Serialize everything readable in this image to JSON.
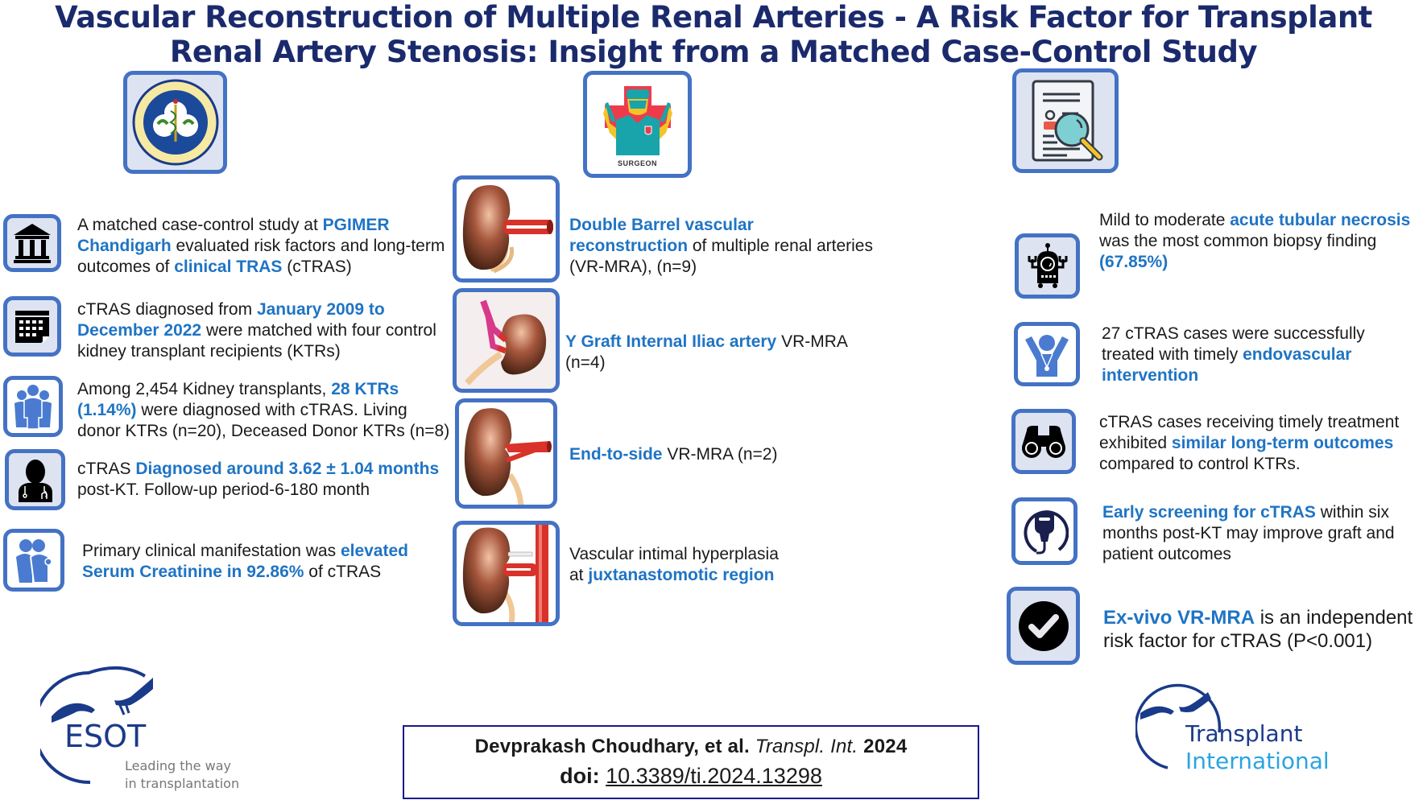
{
  "title": {
    "line1": "Vascular Reconstruction of Multiple Renal Arteries - A Risk Factor for Transplant",
    "line2": "Renal Artery Stenosis: Insight from a Matched Case-Control Study"
  },
  "top_icons": {
    "institute_logo": "institute-seal",
    "surgeon_label": "SURGEON",
    "document_icon": "document-search"
  },
  "left_items": [
    {
      "icon": "building-icon",
      "parts": [
        {
          "t": "A matched case-control study at ",
          "h": false
        },
        {
          "t": "PGIMER Chandigarh",
          "h": true
        },
        {
          "t": " evaluated risk factors and long-term outcomes of ",
          "h": false
        },
        {
          "t": "clinical TRAS",
          "h": true
        },
        {
          "t": " (cTRAS)",
          "h": false
        }
      ]
    },
    {
      "icon": "calendar-icon",
      "parts": [
        {
          "t": "cTRAS diagnosed from ",
          "h": false
        },
        {
          "t": "January 2009 to December 2022",
          "h": true
        },
        {
          "t": " were matched with four control kidney transplant recipients (KTRs)",
          "h": false
        }
      ]
    },
    {
      "icon": "group-icon",
      "parts": [
        {
          "t": "Among 2,454 Kidney transplants, ",
          "h": false
        },
        {
          "t": "28 KTRs (1.14%)",
          "h": true
        },
        {
          "t": " were diagnosed with cTRAS. Living donor KTRs (n=20), Deceased Donor KTRs (n=8)",
          "h": false
        }
      ]
    },
    {
      "icon": "doctor-icon",
      "parts": [
        {
          "t": "cTRAS ",
          "h": false
        },
        {
          "t": "Diagnosed around 3.62 ± 1.04 months",
          "h": true
        },
        {
          "t": " post-KT. Follow-up period-6-180 month",
          "h": false
        }
      ]
    },
    {
      "icon": "patients-icon",
      "parts": [
        {
          "t": "Primary clinical manifestation was ",
          "h": false
        },
        {
          "t": "elevated Serum Creatinine in 92.86%",
          "h": true
        },
        {
          "t": " of cTRAS",
          "h": false
        }
      ]
    }
  ],
  "middle_items": [
    {
      "icon": "kidney-double-barrel-illustration",
      "parts": [
        {
          "t": "Double Barrel vascular reconstruction",
          "h": true
        },
        {
          "t": " of multiple renal arteries (VR-MRA), (n=9)",
          "h": false
        }
      ]
    },
    {
      "icon": "kidney-y-graft-illustration",
      "parts": [
        {
          "t": "Y Graft Internal Iliac artery",
          "h": true
        },
        {
          "t": " VR-MRA (n=4)",
          "h": false
        }
      ]
    },
    {
      "icon": "kidney-end-to-side-illustration",
      "parts": [
        {
          "t": "End-to-side",
          "h": true
        },
        {
          "t": " VR-MRA (n=2)",
          "h": false
        }
      ]
    },
    {
      "icon": "kidney-hyperplasia-illustration",
      "parts": [
        {
          "t": "Vascular intimal hyperplasia at  ",
          "h": false
        },
        {
          "t": "juxtanastomotic region",
          "h": true
        }
      ]
    }
  ],
  "right_items": [
    {
      "icon": "robot-icon",
      "parts": [
        {
          "t": "Mild to moderate ",
          "h": false
        },
        {
          "t": "acute tubular necrosis",
          "h": true
        },
        {
          "t": "  was the most common biopsy finding ",
          "h": false
        },
        {
          "t": "(67.85%)",
          "h": true
        }
      ]
    },
    {
      "icon": "winner-icon",
      "parts": [
        {
          "t": "27 cTRAS cases were successfully treated with timely ",
          "h": false
        },
        {
          "t": "endovascular intervention",
          "h": true
        }
      ]
    },
    {
      "icon": "binoculars-icon",
      "parts": [
        {
          "t": "cTRAS cases receiving timely treatment exhibited ",
          "h": false
        },
        {
          "t": "similar long-term outcomes",
          "h": true
        },
        {
          "t": " compared to control KTRs.",
          "h": false
        }
      ]
    },
    {
      "icon": "ultrasound-probe-icon",
      "parts": [
        {
          "t": "Early screening for cTRAS",
          "h": true
        },
        {
          "t": " within six months post-KT may improve graft and patient outcomes",
          "h": false
        }
      ]
    },
    {
      "icon": "check-circle-icon",
      "parts": [
        {
          "t": "Ex-vivo VR-MRA",
          "h": true
        },
        {
          "t": " is an independent risk factor for cTRAS (P<0.001)",
          "h": false
        }
      ]
    }
  ],
  "citation": {
    "authors": "Devprakash Choudhary, et al.",
    "journal": "Transpl. Int.",
    "year": "2024",
    "doi_label": "doi:",
    "doi": "10.3389/ti.2024.13298"
  },
  "logos": {
    "esot_name": "ESOT",
    "esot_tagline_1": "Leading the way",
    "esot_tagline_2": "in transplantation",
    "ti_line1": "Transplant",
    "ti_line2": "International"
  },
  "colors": {
    "title": "#1a2a6c",
    "highlight": "#1f74c4",
    "icon_border": "#4472c4",
    "icon_bg": "#dde3f1"
  }
}
